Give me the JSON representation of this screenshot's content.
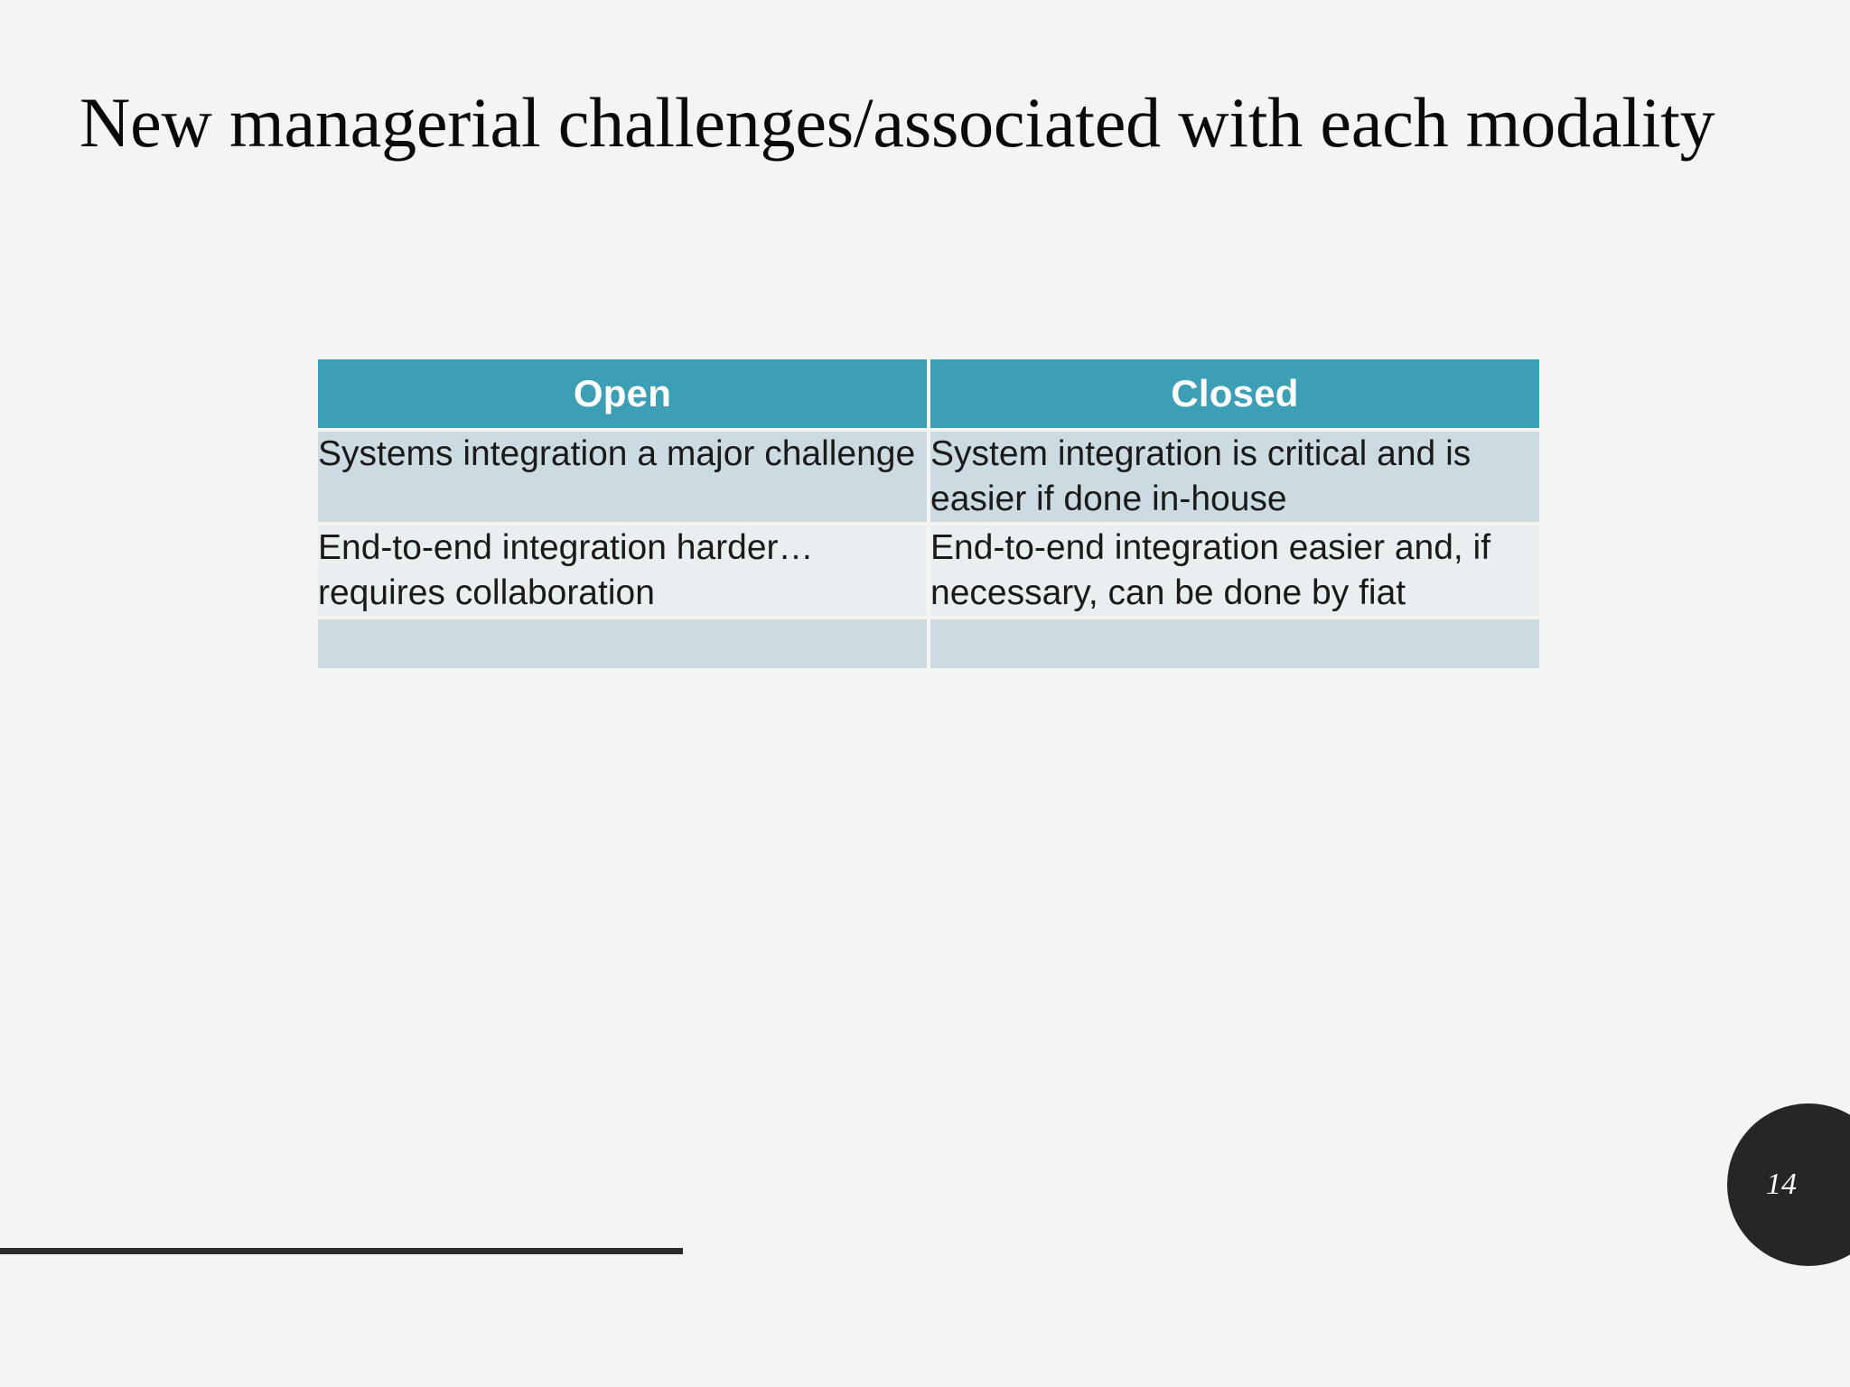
{
  "slide": {
    "background_color": "#f4f4f3",
    "title": "New managerial challenges/associated with each modality",
    "page_number": "14"
  },
  "table": {
    "accent_color": "#3c9fb6",
    "row_shade_dark": "#ccdae1",
    "row_shade_light": "#e9eef0",
    "headers": [
      "Open",
      "Closed"
    ],
    "rows": [
      {
        "shade": "dark",
        "cells": [
          "Systems integration a major challenge",
          "System integration is critical and is easier if done in-house"
        ]
      },
      {
        "shade": "light",
        "cells": [
          "End-to-end integration harder… requires collaboration",
          "End-to-end integration easier and, if necessary, can be done by fiat"
        ]
      },
      {
        "shade": "dark",
        "cells": [
          "",
          ""
        ]
      }
    ]
  }
}
